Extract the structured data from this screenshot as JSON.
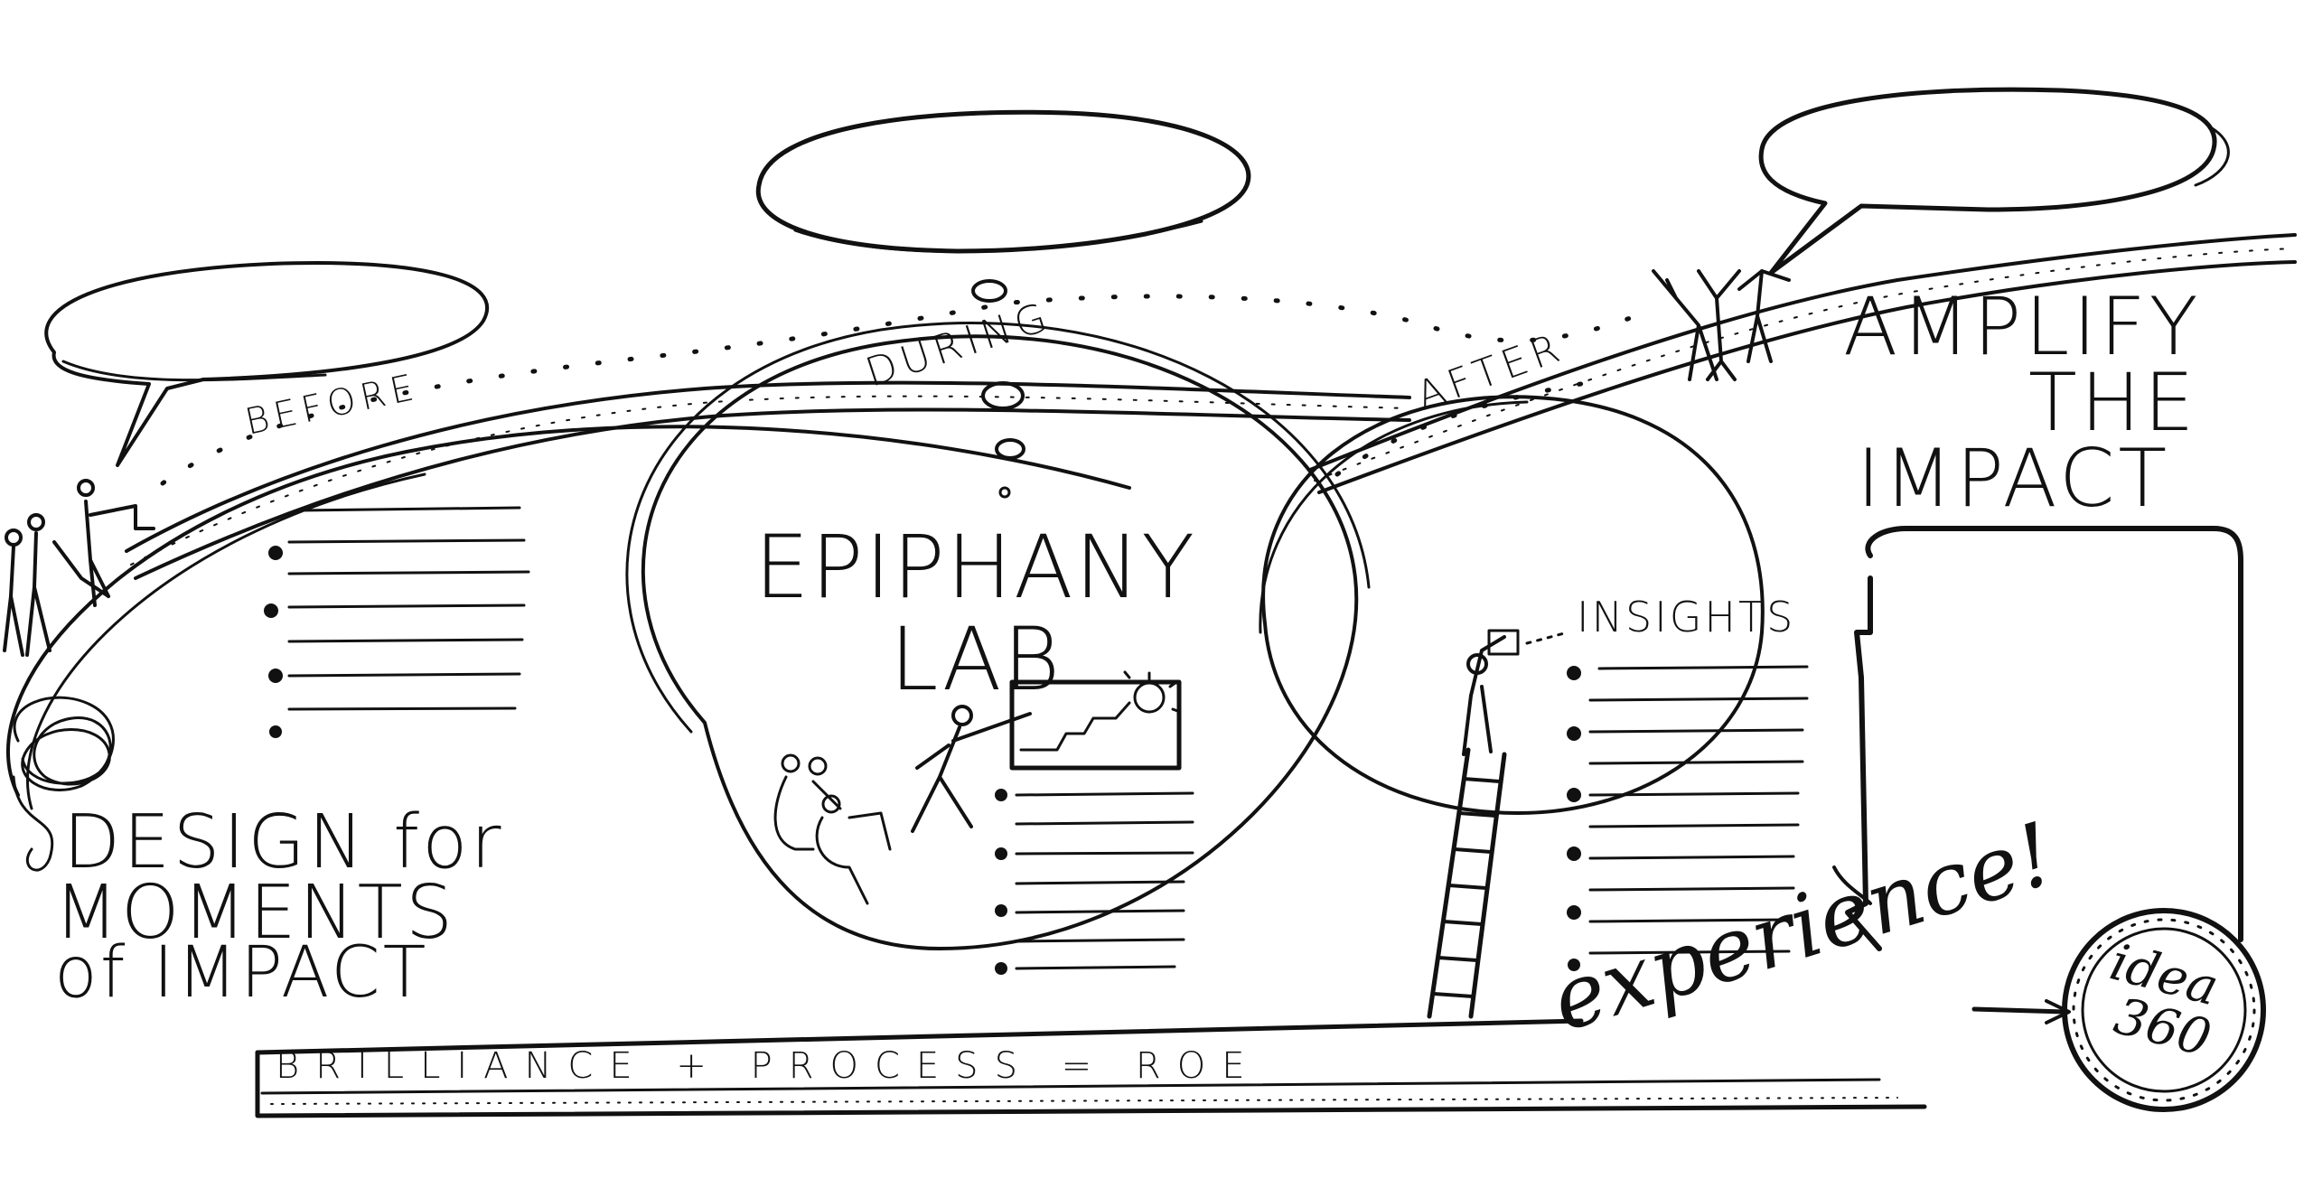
{
  "phases": {
    "before": "BEFORE",
    "during": "DURING",
    "after": "AFTER"
  },
  "center": {
    "line1": "EPIPHANY",
    "line2": "LAB"
  },
  "insights": "INSIGHTS",
  "amplify": {
    "line1": "AMPLIFY",
    "line2": "THE",
    "line3": "IMPACT"
  },
  "design": {
    "line1": "DESIGN for",
    "line2": "MOMENTS",
    "line3": "of IMPACT"
  },
  "formula": "BRILLIANCE + PROCESS = ROE",
  "experience": "experience!",
  "logo": {
    "line1": "idea",
    "line2": "360"
  }
}
